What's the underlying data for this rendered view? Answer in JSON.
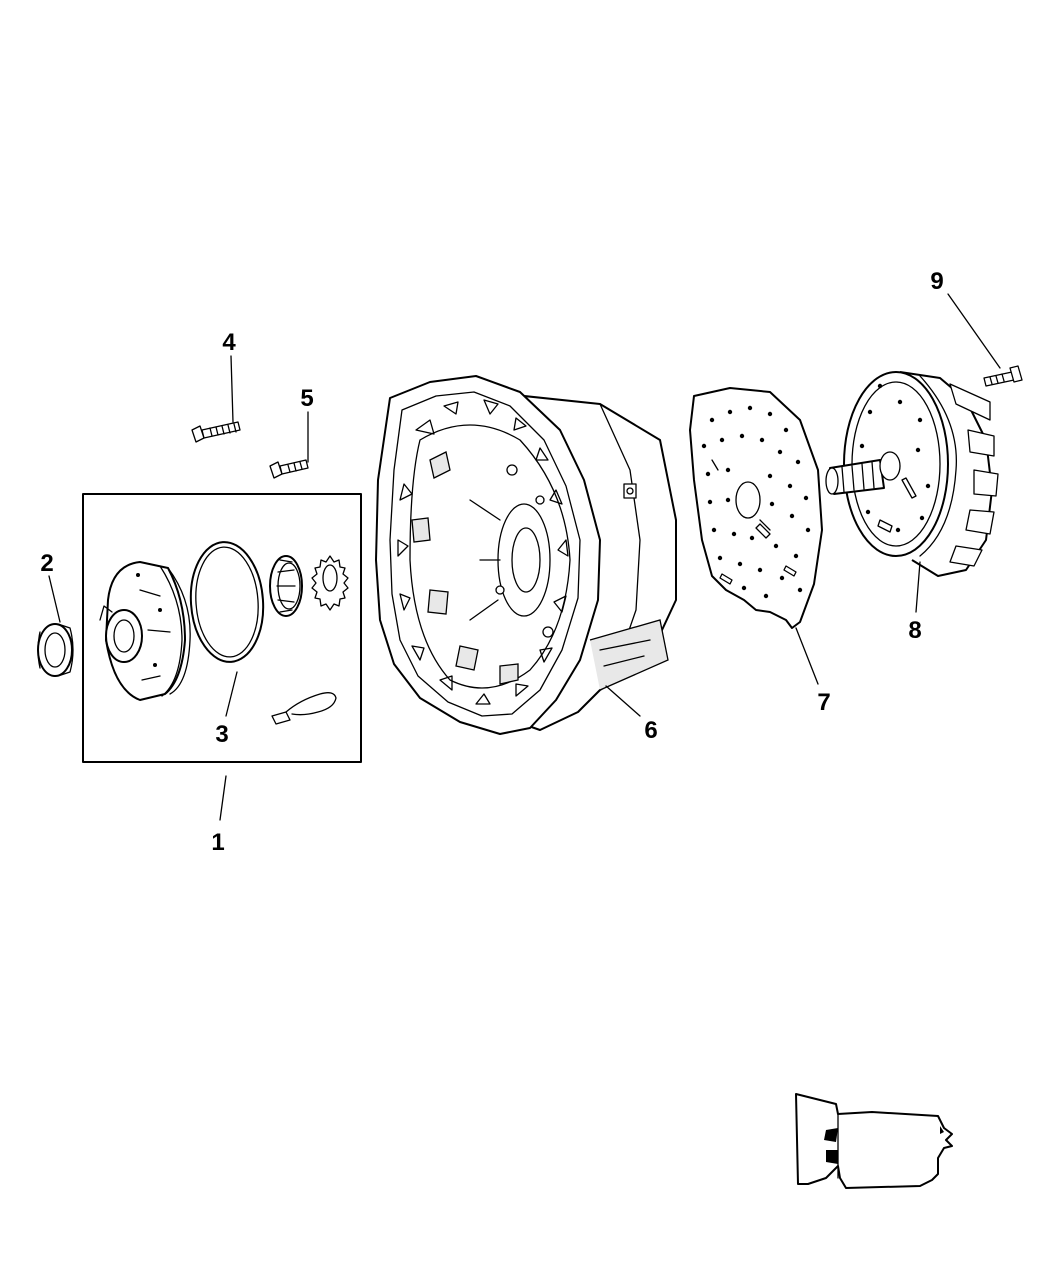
{
  "diagram": {
    "callouts": [
      {
        "id": "1",
        "label": "1"
      },
      {
        "id": "2",
        "label": "2"
      },
      {
        "id": "3",
        "label": "3"
      },
      {
        "id": "4",
        "label": "4"
      },
      {
        "id": "5",
        "label": "5"
      },
      {
        "id": "6",
        "label": "6"
      },
      {
        "id": "7",
        "label": "7"
      },
      {
        "id": "8",
        "label": "8"
      },
      {
        "id": "9",
        "label": "9"
      }
    ],
    "parts": [
      {
        "callout": "1",
        "icon": "pump-assembly-box-icon"
      },
      {
        "callout": "2",
        "icon": "seal-ring-icon"
      },
      {
        "callout": "3",
        "icon": "o-ring-icon"
      },
      {
        "callout": "4",
        "icon": "bolt-icon"
      },
      {
        "callout": "5",
        "icon": "bolt-icon"
      },
      {
        "callout": "6",
        "icon": "transmission-housing-icon"
      },
      {
        "callout": "7",
        "icon": "separator-plate-icon"
      },
      {
        "callout": "8",
        "icon": "pump-cover-icon"
      },
      {
        "callout": "9",
        "icon": "bolt-icon"
      }
    ],
    "locator_icon": "transmission-locator-icon"
  }
}
